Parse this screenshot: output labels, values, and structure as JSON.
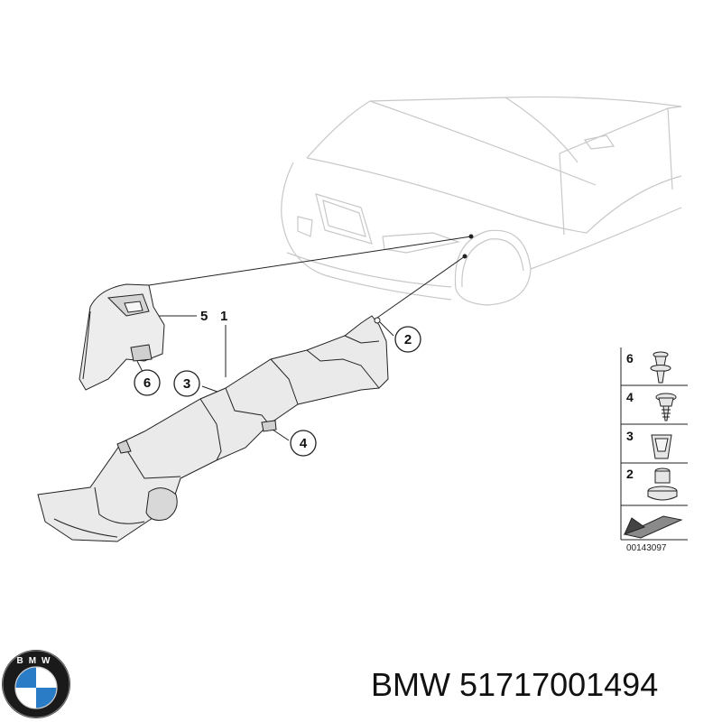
{
  "diagram": {
    "callouts": {
      "part1": "1",
      "part2": "2",
      "part3": "3",
      "part4": "4",
      "part5": "5",
      "part6": "6"
    },
    "legend": {
      "items": [
        "6",
        "4",
        "3",
        "2"
      ],
      "code": "00143097"
    },
    "colors": {
      "car_outline": "#c8c8c8",
      "part_outline": "#222222",
      "part_fill": "#e9e9e9"
    }
  },
  "footer": {
    "brand": "BMW",
    "part_number": "51717001494",
    "logo_letters": "BMW"
  }
}
